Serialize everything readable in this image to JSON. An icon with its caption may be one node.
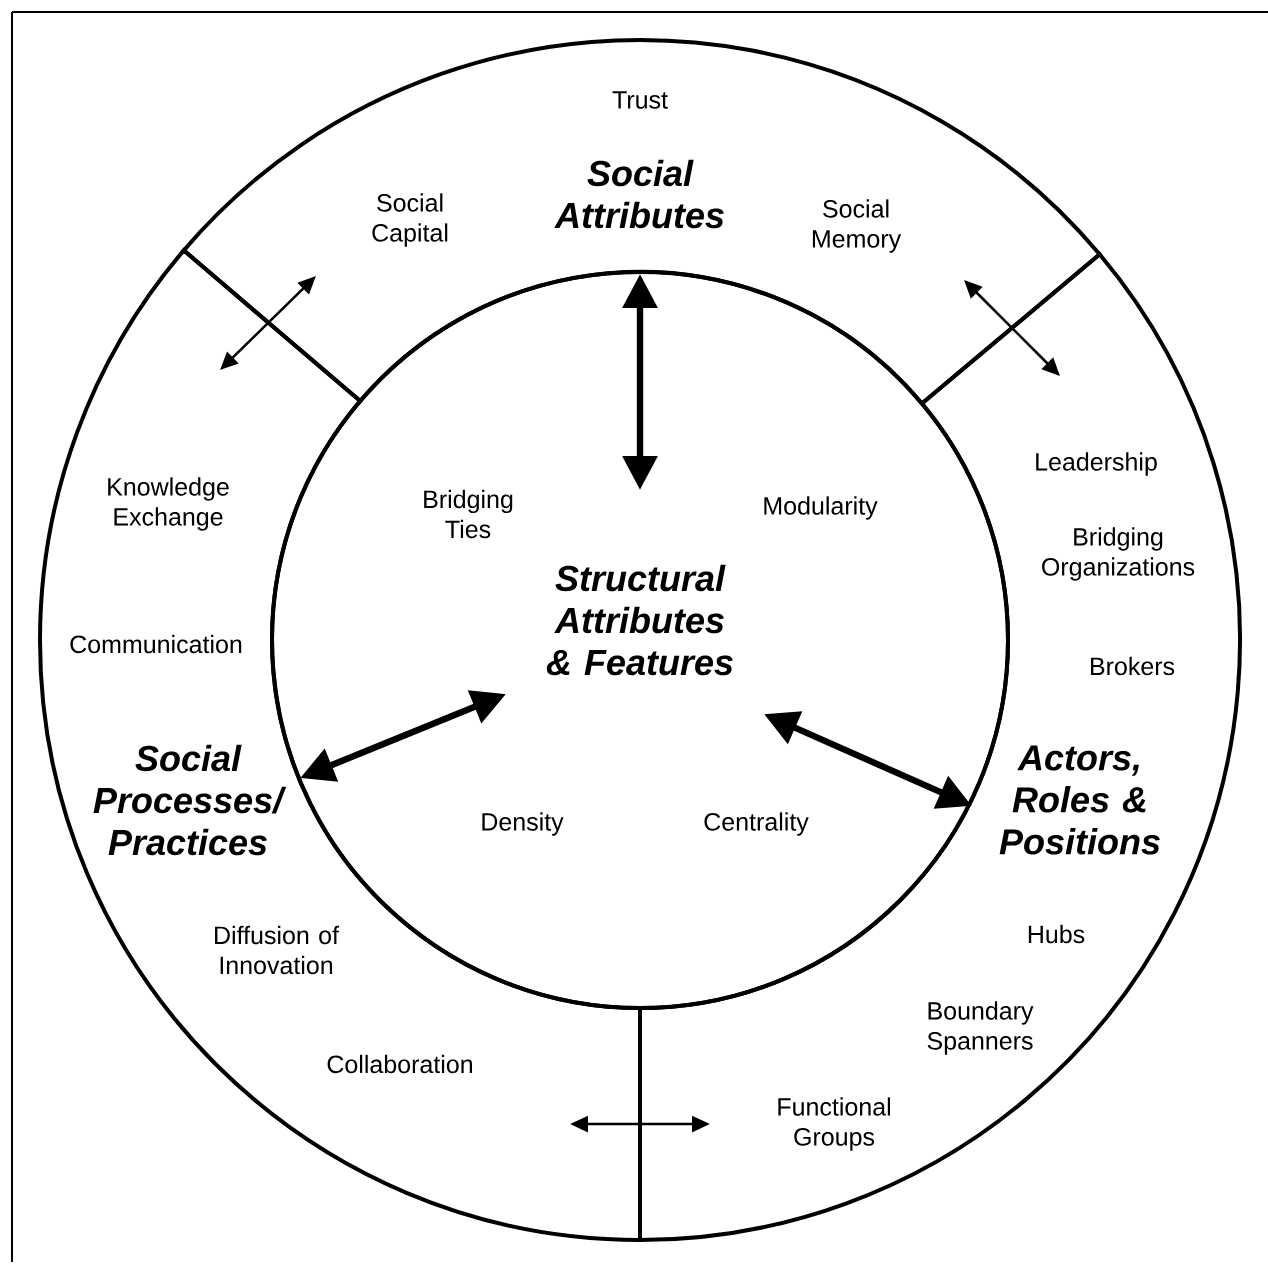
{
  "diagram": {
    "nodes": [
      {
        "text": [
          "Trust",
          "Social Attributes",
          "Social Capital",
          "Social Memory"
        ]
      },
      {
        "text": [
          "Knowledge Exchange",
          "Communication",
          "Social Processes/ Practices",
          "Diffusion of Innovation",
          "Collaboration"
        ]
      },
      {
        "text": [
          "Leadership",
          "Bridging Organizations",
          "Brokers",
          "Actors, Roles & Positions",
          "Hubs",
          "Boundary Spanners",
          "Functional Groups"
        ]
      },
      {
        "text": [
          "Bridging Ties",
          "Modularity",
          "Structural Attributes & Features",
          "Density",
          "Centrality"
        ]
      }
    ],
    "edges": [
      {
        "from": 3,
        "to": 0,
        "arrow": "both",
        "style": "thick"
      },
      {
        "from": 3,
        "to": 1,
        "arrow": "both",
        "style": "thick"
      },
      {
        "from": 3,
        "to": 2,
        "arrow": "both",
        "style": "thick"
      },
      {
        "from": 0,
        "to": 1,
        "arrow": "both"
      },
      {
        "from": 0,
        "to": 2,
        "arrow": "both"
      },
      {
        "from": 1,
        "to": 2,
        "arrow": "both"
      }
    ]
  }
}
